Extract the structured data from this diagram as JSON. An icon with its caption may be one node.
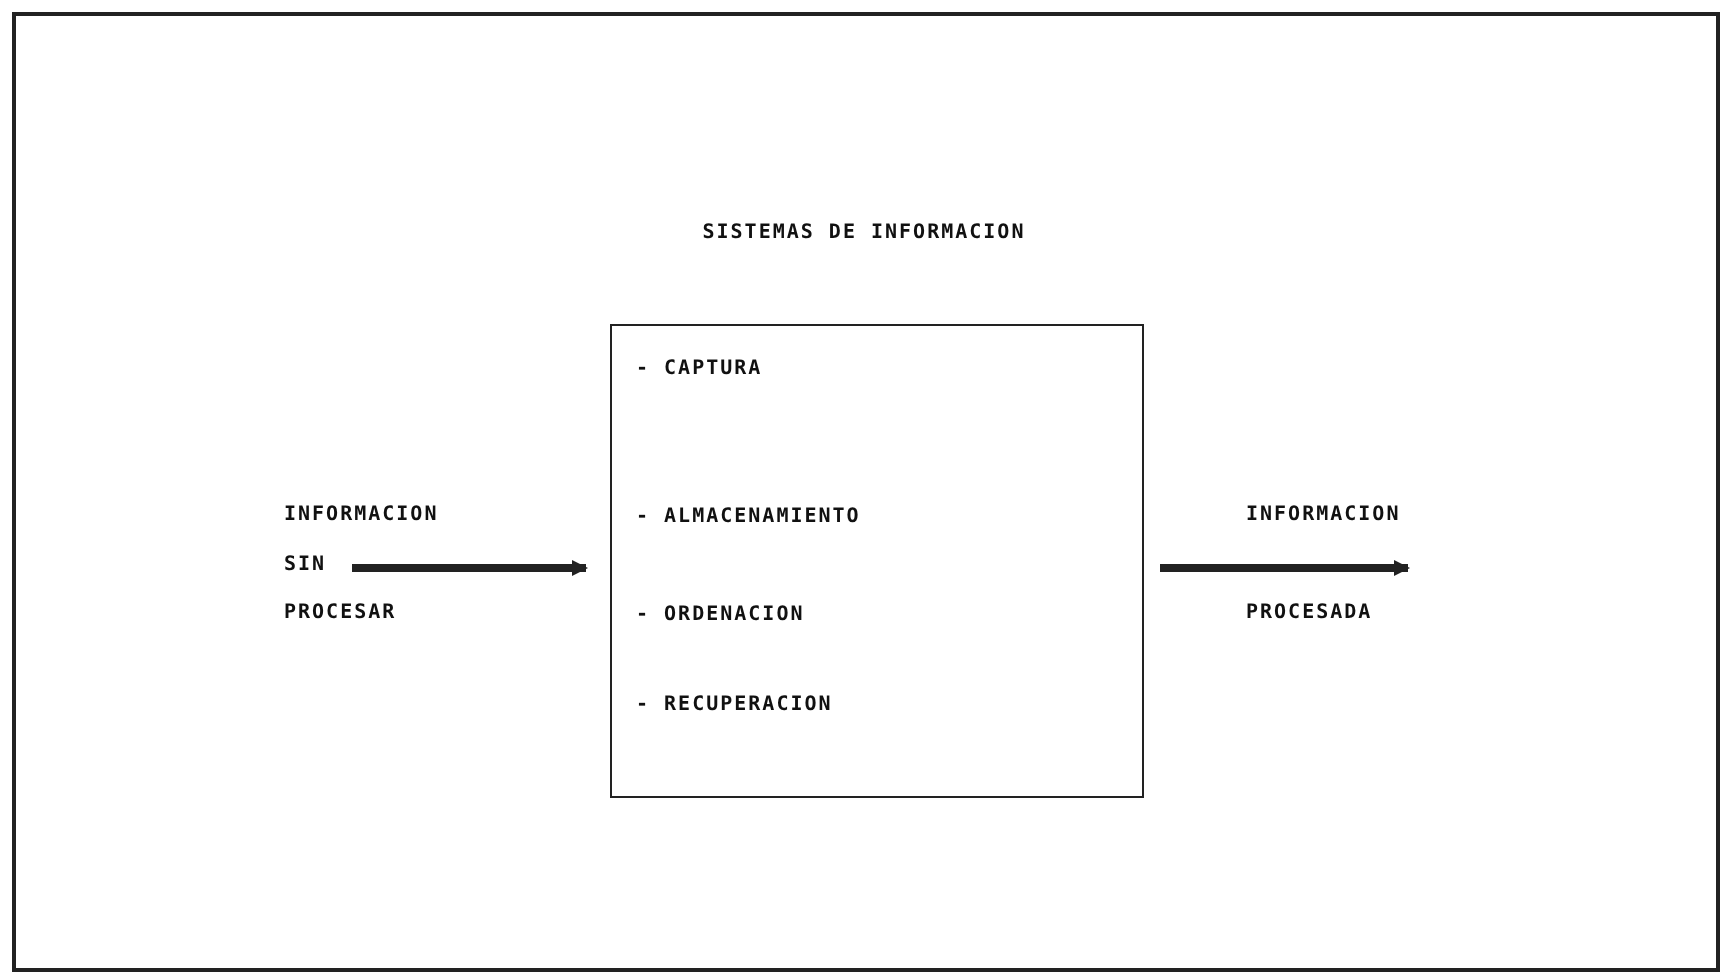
{
  "diagram": {
    "title": "SISTEMAS DE INFORMACION",
    "nodes": [
      {
        "text": [
          "SIN"
        ]
      },
      {
        "text": [
          "- CAPTURA",
          "- ALMACENAMIENTO",
          "- ORDENACION",
          "- RECUPERACION"
        ]
      }
    ],
    "edges": [
      {
        "from": 0,
        "to": 1,
        "arrow": "to"
      },
      {
        "from": 1,
        "to": null,
        "arrow": "to"
      }
    ],
    "labels": [
      "INFORMACION",
      "PROCESAR",
      "INFORMACION",
      "PROCESADA"
    ]
  }
}
